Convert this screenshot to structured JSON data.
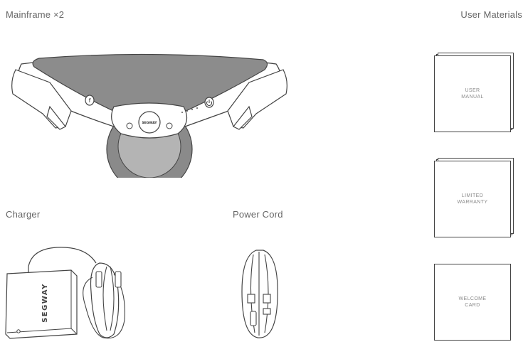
{
  "labels": {
    "mainframe": "Mainframe ×2",
    "user_materials": "User Materials",
    "charger": "Charger",
    "power_cord": "Power Cord"
  },
  "booklets": {
    "manual": "USER\nMANUAL",
    "warranty": "LIMITED\nWARRANTY",
    "welcome": "WELCOME\nCARD"
  },
  "brand": {
    "mainframe_logo": "SEGWAY",
    "charger_logo": "SEGWAY"
  },
  "icons": {
    "mainframe_left_button": "f",
    "power_button": "power-icon"
  },
  "colors": {
    "line": "#444444",
    "pad_fill": "#8c8c8c",
    "wheel_fill": "#8a8a8a"
  }
}
